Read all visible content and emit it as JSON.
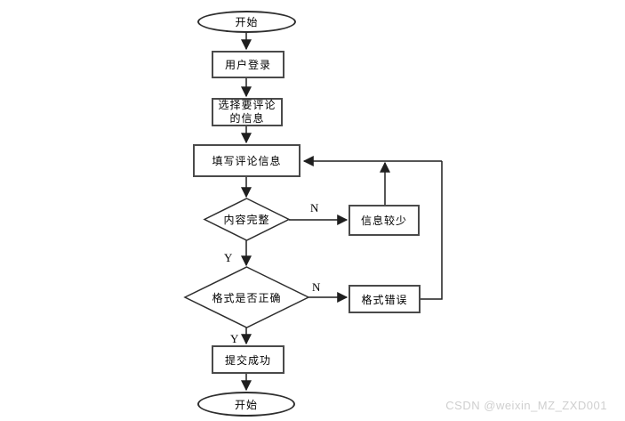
{
  "flowchart": {
    "nodes": {
      "start_top": {
        "label": "开始",
        "type": "terminator"
      },
      "user_login": {
        "label": "用户登录",
        "type": "process"
      },
      "select_info": {
        "label_line1": "选择要评论",
        "label_line2": "的信息",
        "type": "process"
      },
      "fill_comment": {
        "label": "填写评论信息",
        "type": "process"
      },
      "content_complete": {
        "label": "内容完整",
        "type": "decision"
      },
      "info_too_little": {
        "label": "信息较少",
        "type": "process"
      },
      "format_correct": {
        "label": "格式是否正确",
        "type": "decision"
      },
      "format_error": {
        "label": "格式错误",
        "type": "process"
      },
      "submit_success": {
        "label": "提交成功",
        "type": "process"
      },
      "end_bottom": {
        "label": "开始",
        "type": "terminator"
      }
    },
    "edge_labels": {
      "content_no": "N",
      "content_yes": "Y",
      "format_no": "N",
      "format_yes": "Y"
    }
  },
  "colors": {
    "line": "#1f1f1f",
    "process_border": "#4a4a4a",
    "terminator_border": "#2e2e2e",
    "text": "#000000",
    "watermark": "#cfcfcf",
    "background": "#ffffff"
  },
  "watermark": {
    "text": "CSDN @weixin_MZ_ZXD001"
  }
}
